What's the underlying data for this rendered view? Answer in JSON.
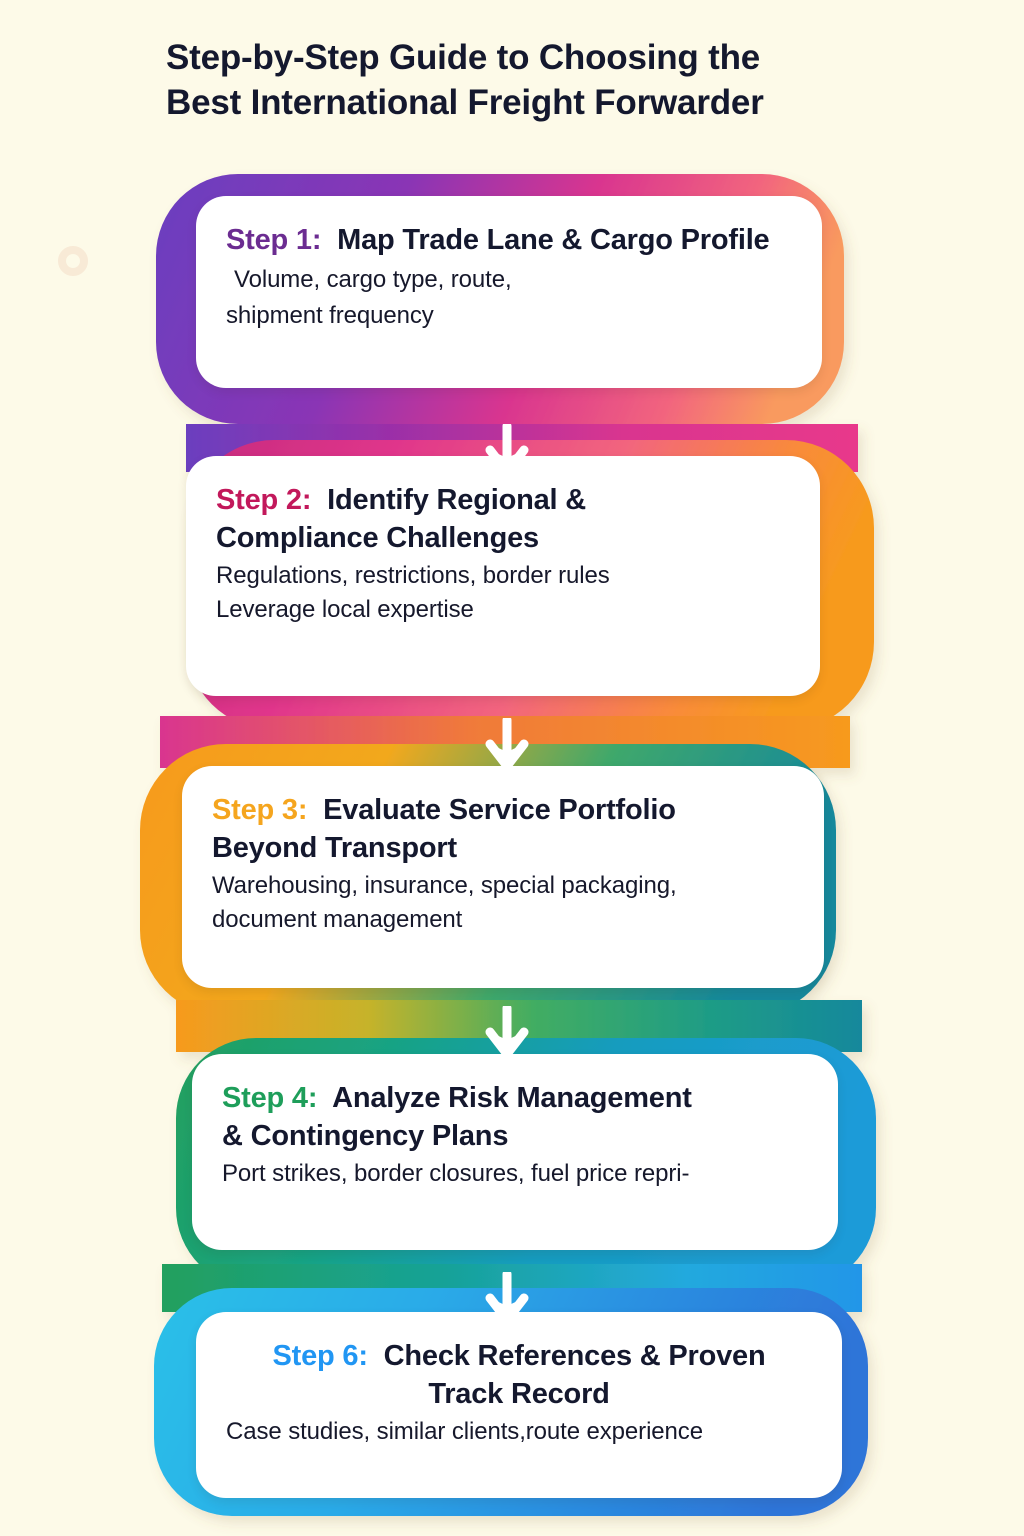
{
  "page": {
    "background_color": "#FDFAE8",
    "title_line1": "Step-by-Step Guide to Choosing the",
    "title_line2": "Best International Freight Forwarder",
    "title_color": "#14182E"
  },
  "steps": [
    {
      "id": "step-1",
      "label": "Step 1:",
      "label_color": "#6B2C91",
      "heading_line1": "Map Trade Lane & Cargo",
      "heading_line2": "Profile",
      "body_inline": "Volume, cargo type, route,",
      "body_lines": [
        "shipment frequency"
      ],
      "ribbon_color_start": "#6B3FBF",
      "ribbon_color_end": "#F26B8A",
      "align": "left"
    },
    {
      "id": "step-2",
      "label": "Step 2:",
      "label_color": "#C2185B",
      "heading_line1": "Identify Regional &",
      "heading_line2": "Compliance Challenges",
      "body_inline": "",
      "body_lines": [
        "Regulations, restrictions, border rules",
        "Leverage local expertise"
      ],
      "ribbon_color_start": "#E0368B",
      "ribbon_color_end": "#F79A1E",
      "align": "left"
    },
    {
      "id": "step-3",
      "label": "Step 3:",
      "label_color": "#F5A51E",
      "heading_line1": "Evaluate Service Portfolio",
      "heading_line2": "Beyond Transport",
      "body_inline": "",
      "body_lines": [
        "Warehousing, insurance, special packaging,",
        "document management"
      ],
      "ribbon_color_start": "#F79A1E",
      "ribbon_color_end": "#15889C",
      "align": "left"
    },
    {
      "id": "step-4",
      "label": "Step 4:",
      "label_color": "#1E9E5A",
      "heading_line1": "Analyze Risk Management",
      "heading_line2": "& Contingency Plans",
      "body_inline": "",
      "body_lines": [
        "Port strikes, border closures, fuel price repri-"
      ],
      "ribbon_color_start": "#22A05E",
      "ribbon_color_end": "#1E9BD8",
      "align": "left"
    },
    {
      "id": "step-6",
      "label": "Step 6:",
      "label_color": "#2196F3",
      "heading_line1": "Check References & Proven",
      "heading_line2": "Track Record",
      "body_inline": "",
      "body_lines": [
        "Case studies, similar clients,route experience"
      ],
      "ribbon_color_start": "#2AC0E8",
      "ribbon_color_end": "#2F74D8",
      "align": "center"
    }
  ],
  "connectors": [
    {
      "id": "arrow-1",
      "icon": "arrow-down-icon",
      "band_color": "#E0368B"
    },
    {
      "id": "arrow-2",
      "icon": "arrow-down-icon",
      "band_color": "#F79A1E"
    },
    {
      "id": "arrow-3",
      "icon": "arrow-down-icon",
      "band_color": "#22A05E"
    },
    {
      "id": "arrow-4",
      "icon": "arrow-down-icon",
      "band_color": "#29B6E8"
    }
  ],
  "decorations": {
    "ring_color": "#F7E6D2"
  }
}
